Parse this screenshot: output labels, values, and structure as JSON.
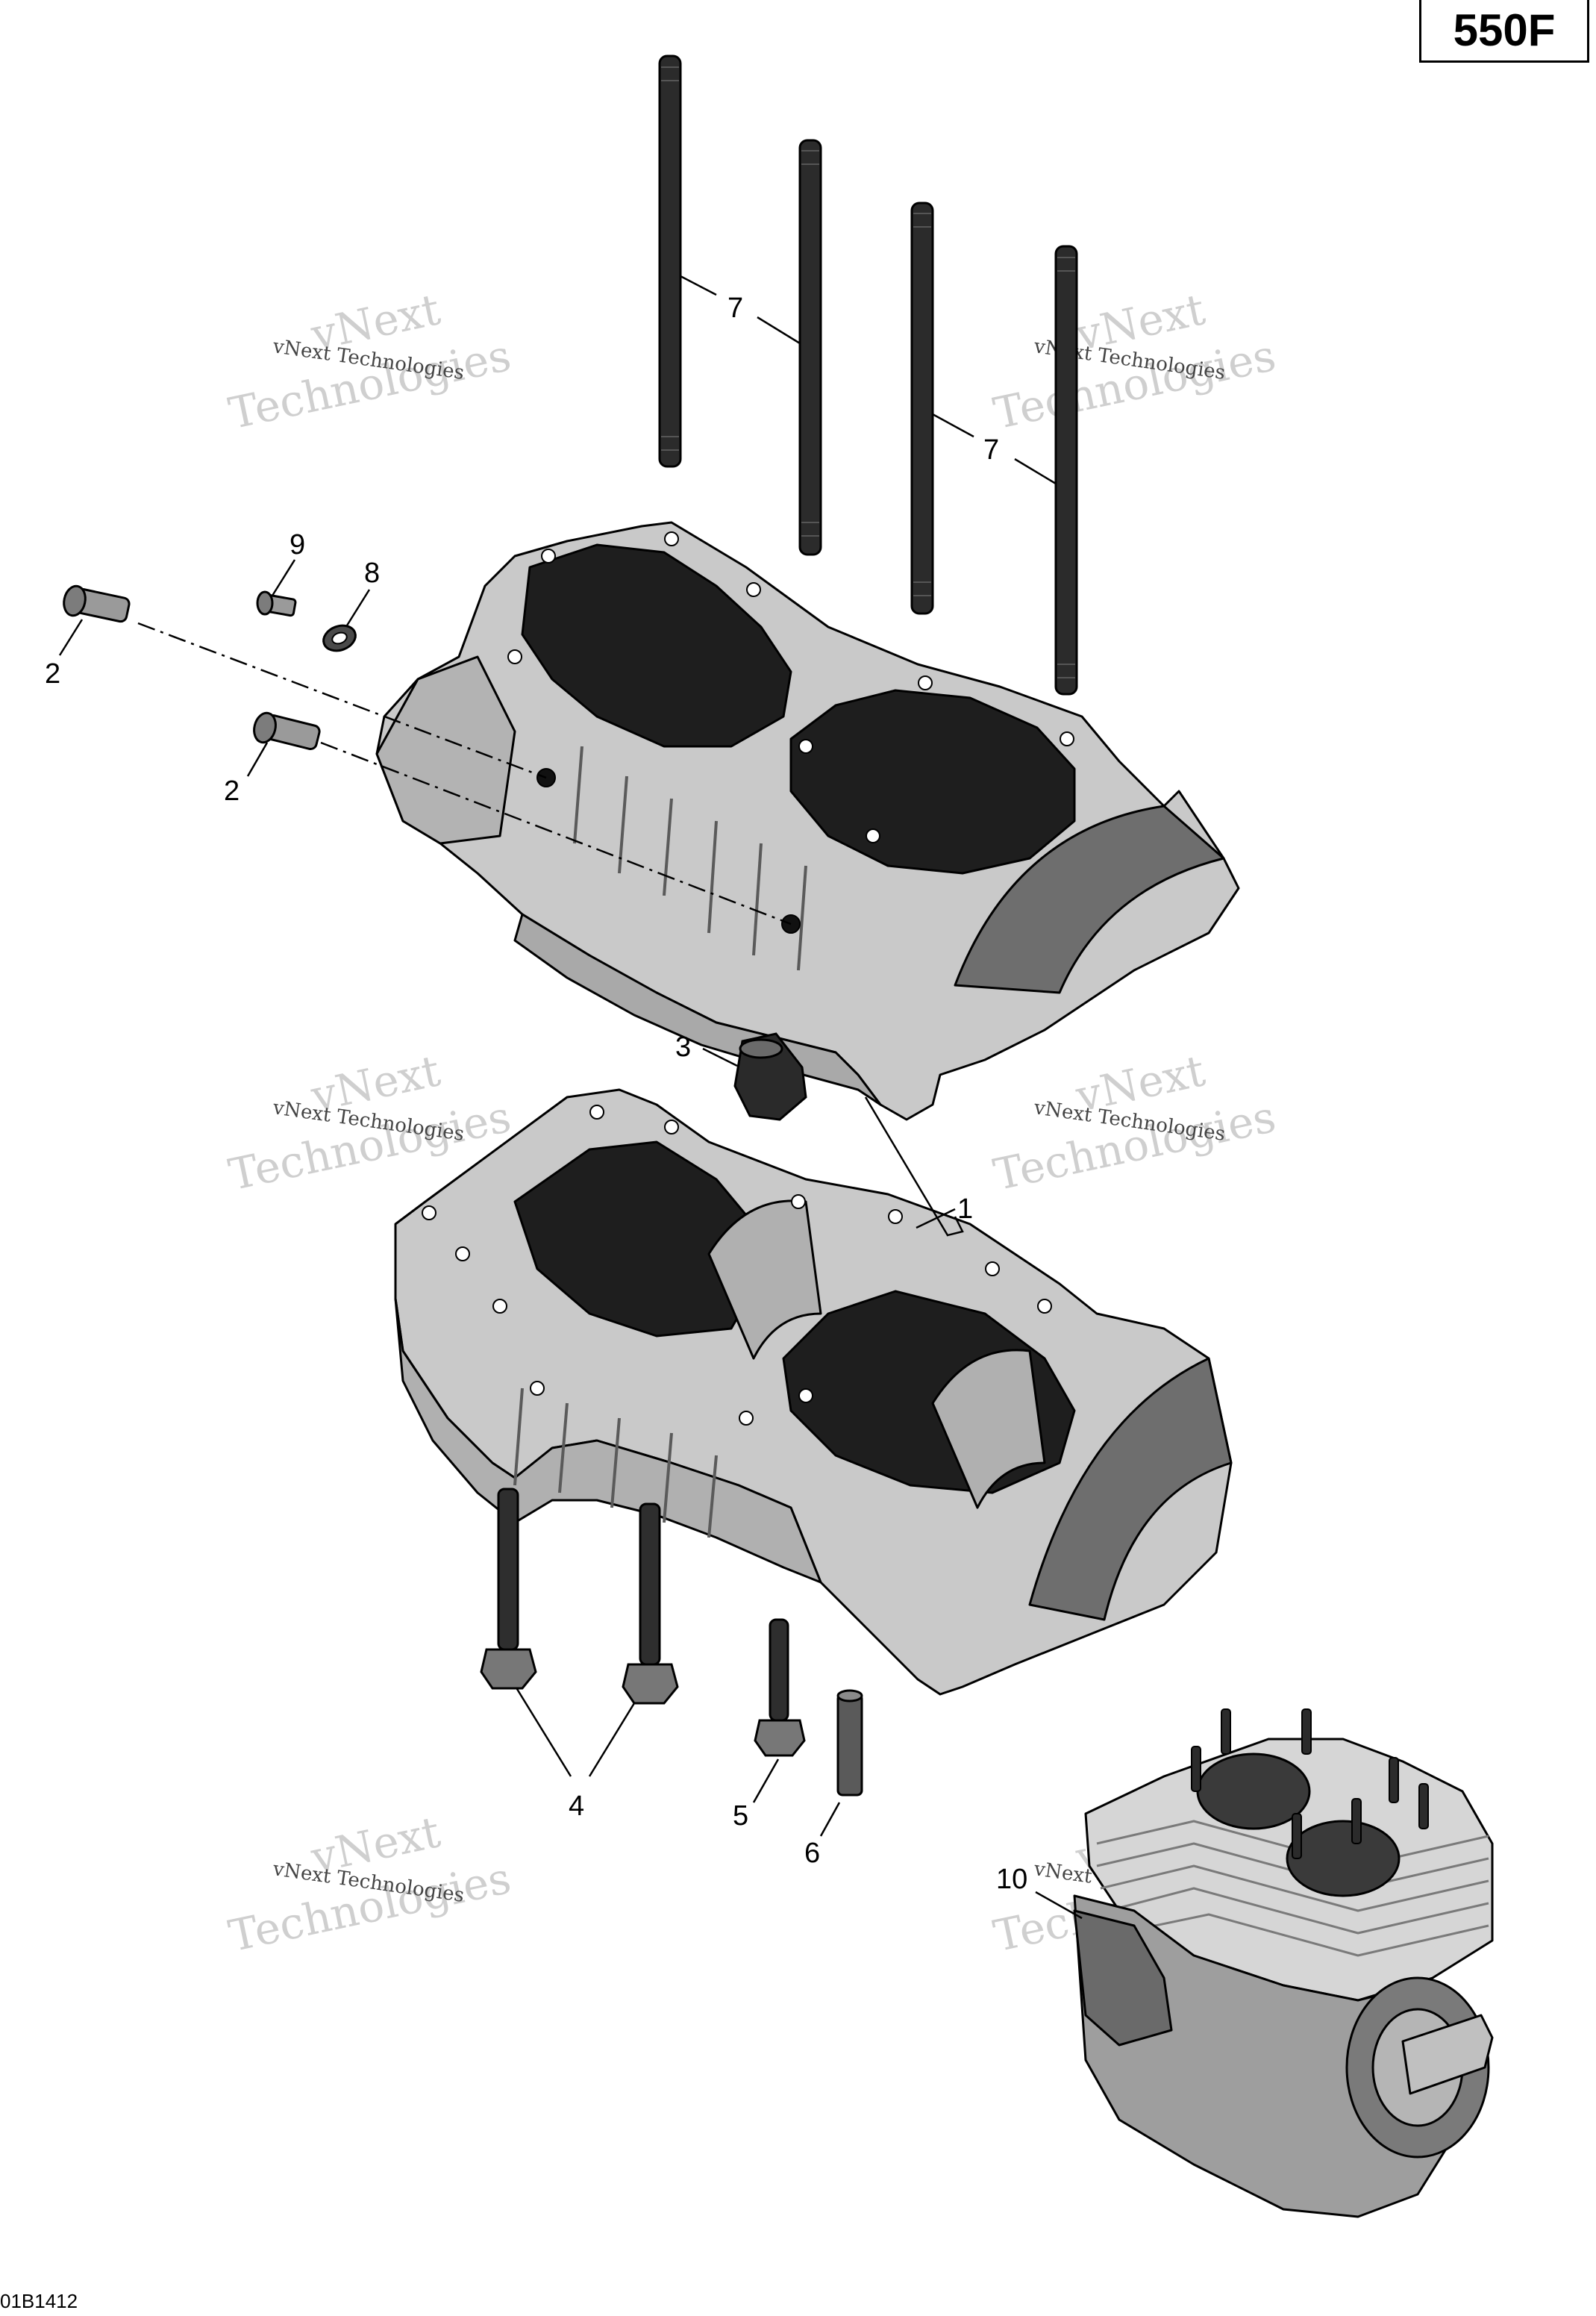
{
  "model_label": "550F",
  "drawing_id": "01B1412",
  "watermark": {
    "small": "vNext Technologies",
    "large_top": "vNext",
    "large_bottom": "Technologies"
  },
  "callouts": {
    "c1": "1",
    "c2a": "2",
    "c2b": "2",
    "c3": "3",
    "c4": "4",
    "c5": "5",
    "c6": "6",
    "c7a": "7",
    "c7b": "7",
    "c8": "8",
    "c9": "9",
    "c10": "10"
  },
  "colors": {
    "casting": "#c9c9c9",
    "casting_dark": "#8f8f8f",
    "cavity": "#1e1e1e",
    "stud": "#2b2b2b",
    "line": "#000000"
  }
}
